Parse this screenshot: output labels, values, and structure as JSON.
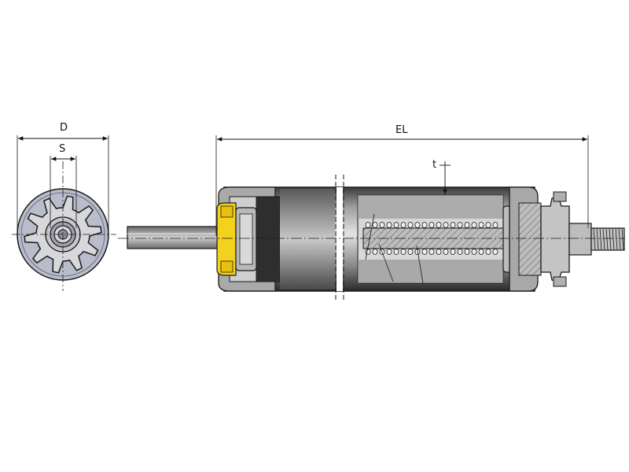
{
  "labels": {
    "diameter": "D",
    "shaft": "S",
    "length": "EL",
    "wall": "t"
  },
  "colors": {
    "line": "#1a1a1a",
    "end_view_fill": "#b9bccb",
    "tube_light": "#d0d0d0",
    "tube_dark": "#303030",
    "bearing_yellow": "#f2d21c",
    "shaft_gray": "#9a9a9a",
    "section_hatch": "#5a5a5a"
  }
}
